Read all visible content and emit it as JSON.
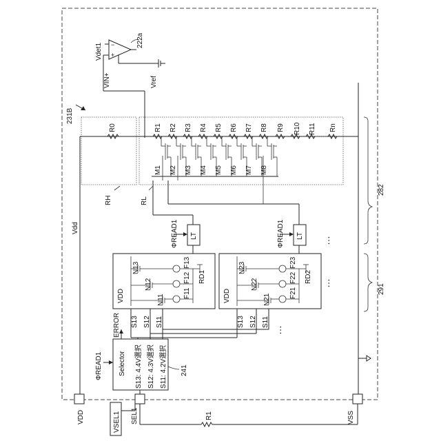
{
  "labels": {
    "vdet": "Vdet1",
    "amp_ref": "222a",
    "vin": "VIN+",
    "vref": "Vref",
    "block": "231B",
    "r0": "R0",
    "resistors": [
      "R1",
      "R2",
      "R3",
      "R4",
      "R5",
      "R6",
      "R7",
      "R8",
      "R9",
      "R10",
      "R11",
      "Rn"
    ],
    "mosfets": [
      "M1",
      "M2",
      "M3",
      "M4",
      "M5",
      "M6",
      "M7",
      "M8"
    ],
    "rh": "RH",
    "rl": "RL",
    "vdd_line": "Vdd",
    "ref_282": "282",
    "ref_291": "291",
    "read1": "ΦREAD1",
    "read2": "ΦREAD1",
    "lt": "LT",
    "dots": "…",
    "vdd_in": "VDD",
    "fuse1": [
      "N13",
      "N12",
      "N11",
      "F13",
      "F12",
      "F11",
      "RD1"
    ],
    "fuse2": [
      "N23",
      "N22",
      "N21",
      "F23",
      "F22",
      "F21",
      "RD2"
    ],
    "sig": [
      "S13",
      "S12",
      "S11"
    ],
    "error": "ERROR",
    "sel_read": "ΦREAD1",
    "selector": "Selector",
    "sel_opts": [
      "S13: 4.4V選択",
      "S12: 4.3V選択",
      "S11: 4.2V選択"
    ],
    "sel_ref": "241",
    "pin_vdd": "VDD",
    "pin_sel": "SEL1",
    "vsel": "VSEL1",
    "r1_ext": "R1",
    "pin_vss": "VSS"
  }
}
